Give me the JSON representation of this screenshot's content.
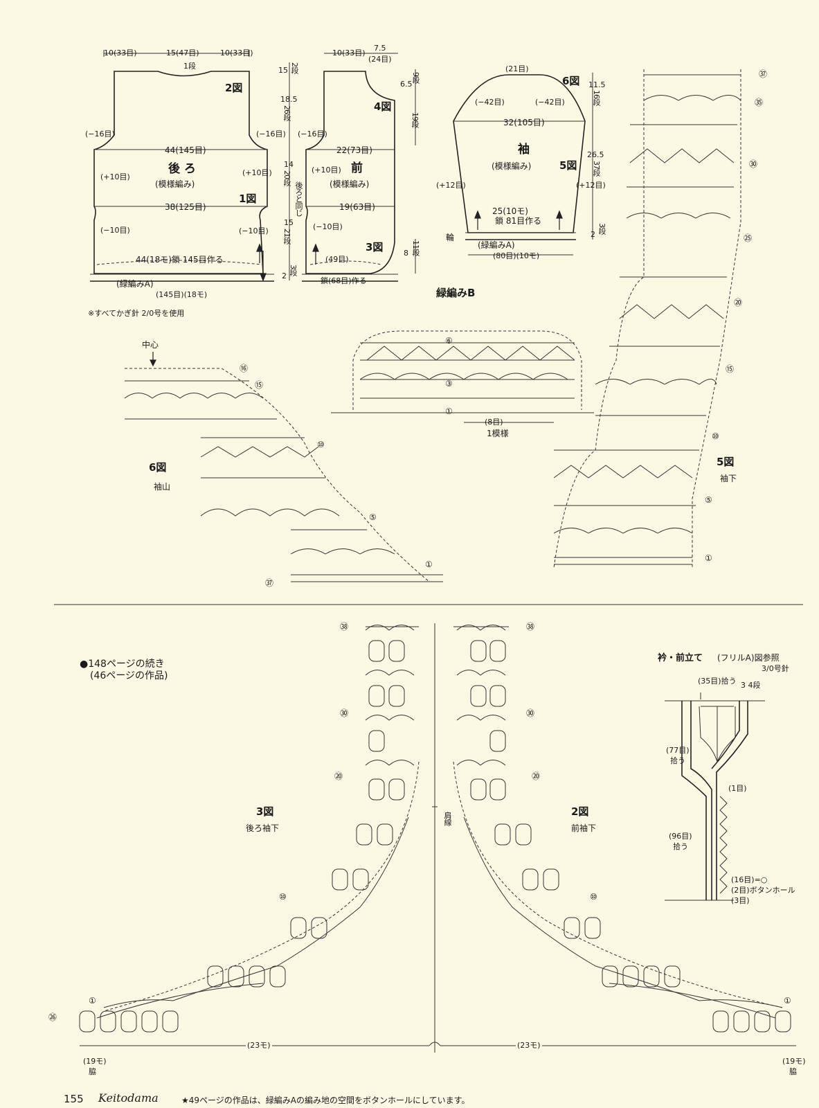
{
  "top_left": {
    "back_top_widths": [
      "10(33目)",
      "15(47目)",
      "10(33目)"
    ],
    "back_neck_rows": "1段",
    "back_fig": "2図",
    "back_side_dec_l": "(−16目)",
    "back_side_dec_r": "(−16目)",
    "back_width1": "44(145目)",
    "back_title": "後 ろ",
    "back_pattern": "(模様編み)",
    "back_inc_l": "(+10目)",
    "back_inc_r": "(+10目)",
    "back_fig1": "1図",
    "back_width2": "38(125目)",
    "back_dec_l2": "(−10目)",
    "back_dec_r2": "(−10目)",
    "back_cast_on": "44(18モ)鎖 145目作る",
    "back_edge": "(緑編みA)",
    "back_bottom": "(145目)(18モ)",
    "note": "※すべてかぎ針 2/0号を使用",
    "v_top": "15",
    "v_top_rows": "2段",
    "v_185": "18.5",
    "v_185_rows": "26段",
    "v_14": "14",
    "v_14_rows": "20段",
    "v_15": "15",
    "v_15_rows": "21段",
    "v_2": "2",
    "v_2_rows": "3段",
    "same_as_back": "後ろと同じ"
  },
  "front": {
    "top_width": "10(33目)",
    "neck_width": "7.5",
    "neck_sts": "(24目)",
    "v_65": "6.5",
    "v_65_rows": "9段",
    "fig4": "4図",
    "v_19_rows": "19段",
    "dec_l": "(−16目)",
    "width1": "22(73目)",
    "inc_l": "(+10目)",
    "title": "前",
    "pattern": "(模様編み)",
    "width2": "19(63目)",
    "dec_l2": "(−10目)",
    "fig3": "3図",
    "v_8": "8",
    "v_8_rows": "11段",
    "edge_sts": "(49目)",
    "cast_on": "鎖(68目)作る"
  },
  "sleeve": {
    "top": "(21目)",
    "fig6": "6図",
    "dec_l": "(−42目)",
    "dec_r": "(−42目)",
    "width1": "32(105目)",
    "title": "袖",
    "pattern": "(模様編み)",
    "fig5": "5図",
    "inc_l": "(+12目)",
    "inc_r": "(+12目)",
    "width2": "25(10モ)",
    "cast_on": "鎖 81目作る",
    "ring": "輪",
    "edge": "(緑編みA)",
    "bottom": "(80目)(10モ)",
    "v_115": "11.5",
    "v_115_rows": "16段",
    "v_265": "26.5",
    "v_265_rows": "37段",
    "v_2": "2",
    "v_2_rows": "3段"
  },
  "border_b": {
    "title": "緑編みB",
    "rows": [
      "⑥",
      "③",
      "①"
    ],
    "repeat_sts": "(8目)",
    "repeat": "1模様"
  },
  "fig6_chart": {
    "center": "中心",
    "rows": [
      "⑯",
      "⑮",
      "⑩",
      "⑤",
      "①",
      "㊲"
    ],
    "fig": "6図",
    "caption": "袖山"
  },
  "fig5_chart": {
    "rows": [
      "㊲",
      "㉟",
      "㉚",
      "㉕",
      "⑳",
      "⑮",
      "⑩",
      "⑤",
      "①"
    ],
    "fig": "5図",
    "caption": "袖下"
  },
  "bottom": {
    "cont_line1": "●148ページの続き",
    "cont_line2": "(46ページの作品)",
    "left_rows": [
      "㊳",
      "㉚",
      "⑳",
      "⑩",
      "①",
      "㉖"
    ],
    "right_rows": [
      "㊳",
      "㉚",
      "⑳",
      "⑩",
      "①"
    ],
    "left_fig": "3図",
    "left_caption": "後ろ袖下",
    "right_fig": "2図",
    "right_caption": "前袖下",
    "shoulder_line": "肩線",
    "left_width": "(23モ)",
    "right_width": "(23モ)",
    "left_side": "(19モ)",
    "left_side2": "脇",
    "right_side": "(19モ)",
    "right_side2": "脇"
  },
  "collar": {
    "title": "衿・前立て",
    "ref": "(フリルA)図参照",
    "needle": "3/0号針",
    "pick35": "(35目)拾う",
    "rows34": "3 4段",
    "pick77": "(77目)",
    "pick77b": "拾う",
    "st1": "(1目)",
    "pick96": "(96目)",
    "pick96b": "拾う",
    "note16": "(16目)=○",
    "buttonhole": "(2目)ボタンホール",
    "st3": "(3目)"
  },
  "footer": {
    "page": "155",
    "brand": "Keitodama",
    "note": "★49ページの作品は、緑編みAの編み地の空間をボタンホールにしています。"
  }
}
